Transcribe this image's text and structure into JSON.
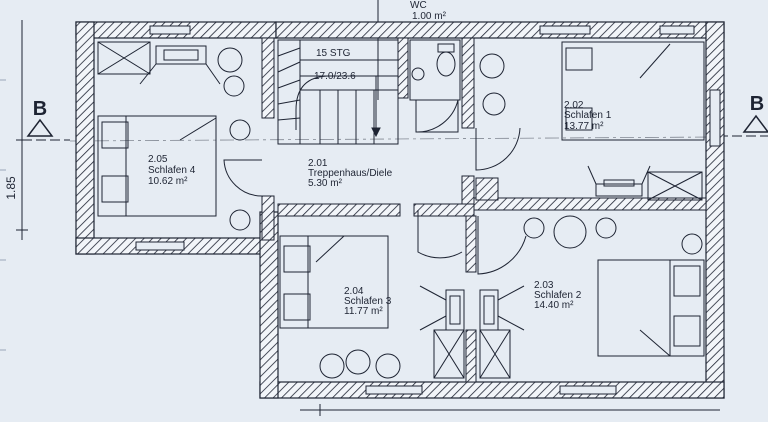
{
  "rooms": [
    {
      "id": "wc",
      "number": "WC",
      "area": "1.00 m²"
    },
    {
      "id": "stair",
      "number": "2.01",
      "name": "Treppenhaus/Diele",
      "area": "5.30 m²"
    },
    {
      "id": "schlafen1",
      "number": "2.02",
      "name": "Schlafen 1",
      "area": "13.77 m²"
    },
    {
      "id": "schlafen2",
      "number": "2.03",
      "name": "Schlafen 2",
      "area": "14.40 m²"
    },
    {
      "id": "schlafen3",
      "number": "2.04",
      "name": "Schlafen 3",
      "area": "11.77 m²"
    },
    {
      "id": "schlafen4",
      "number": "2.05",
      "name": "Schlafen 4",
      "area": "10.62 m²"
    }
  ],
  "stair": {
    "steps": "15 STG",
    "ratio": "17.0/23.6"
  },
  "section_marker": "B",
  "dimension": "1.85",
  "colors": {
    "paper": "#e6ecf3",
    "ink": "#1e2433",
    "wall_fill": "#f2f5f9"
  }
}
